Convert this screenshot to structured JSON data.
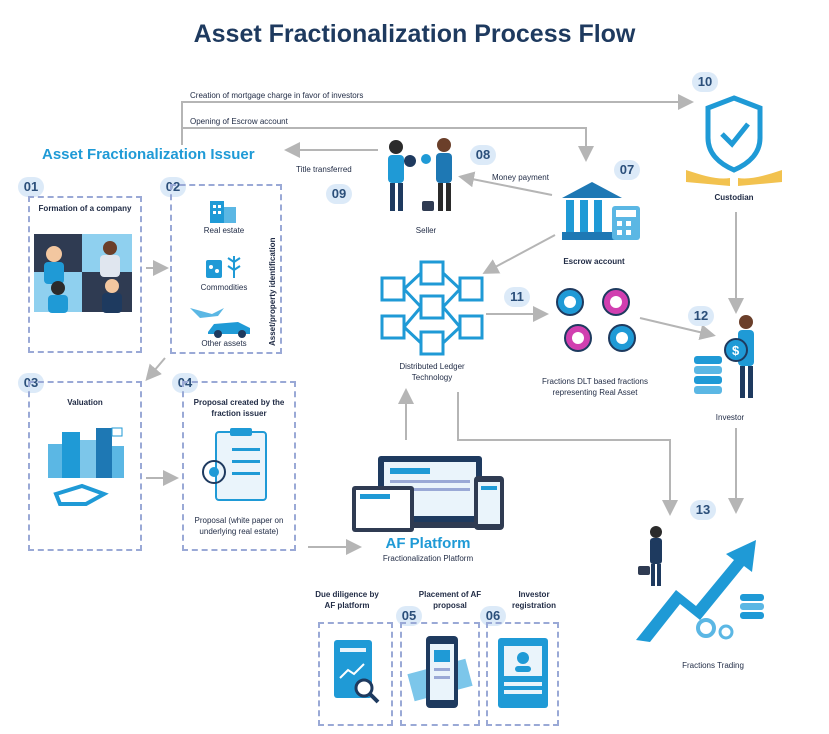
{
  "title": "Asset Fractionalization Process Flow",
  "issuer_label": "Asset Fractionalization Issuer",
  "arrows": {
    "mortgage": "Creation of mortgage charge in favor of investors",
    "escrow_open": "Opening of Escrow account",
    "title_transferred": "Title transferred",
    "money_payment": "Money payment"
  },
  "steps": {
    "s01": {
      "num": "01",
      "label": "Formation of a company"
    },
    "s02": {
      "num": "02",
      "side": "Asset/property identification",
      "items": [
        "Real estate",
        "Commodities",
        "Other assets"
      ]
    },
    "s03": {
      "num": "03",
      "label": "Valuation"
    },
    "s04": {
      "num": "04",
      "label": "Proposal created by the fraction issuer",
      "sub": "Proposal (white paper on underlying real estate)"
    },
    "s05": {
      "num": "05",
      "label": "Placement of AF proposal"
    },
    "s06": {
      "num": "06",
      "label": "Investor registration"
    },
    "s07": {
      "num": "07",
      "label": "Escrow account"
    },
    "s08": {
      "num": "08"
    },
    "s09": {
      "num": "09"
    },
    "s10": {
      "num": "10",
      "label": "Custodian"
    },
    "s11": {
      "num": "11",
      "label": "Fractions DLT based fractions representing Real Asset"
    },
    "s12": {
      "num": "12",
      "label": "Investor"
    },
    "s13": {
      "num": "13",
      "label": "Fractions Trading"
    },
    "due": {
      "label": "Due diligence by AF platform"
    }
  },
  "seller_label": "Seller",
  "dlt_label": "Distributed Ledger Technology",
  "af": {
    "title": "AF Platform",
    "subtitle": "Fractionalization Platform"
  },
  "colors": {
    "accent": "#1f9ad6",
    "dark": "#1e3a5f",
    "dashed": "#9aa9d6",
    "arrow": "#b5b5b5",
    "badge": "#dceaf8"
  }
}
